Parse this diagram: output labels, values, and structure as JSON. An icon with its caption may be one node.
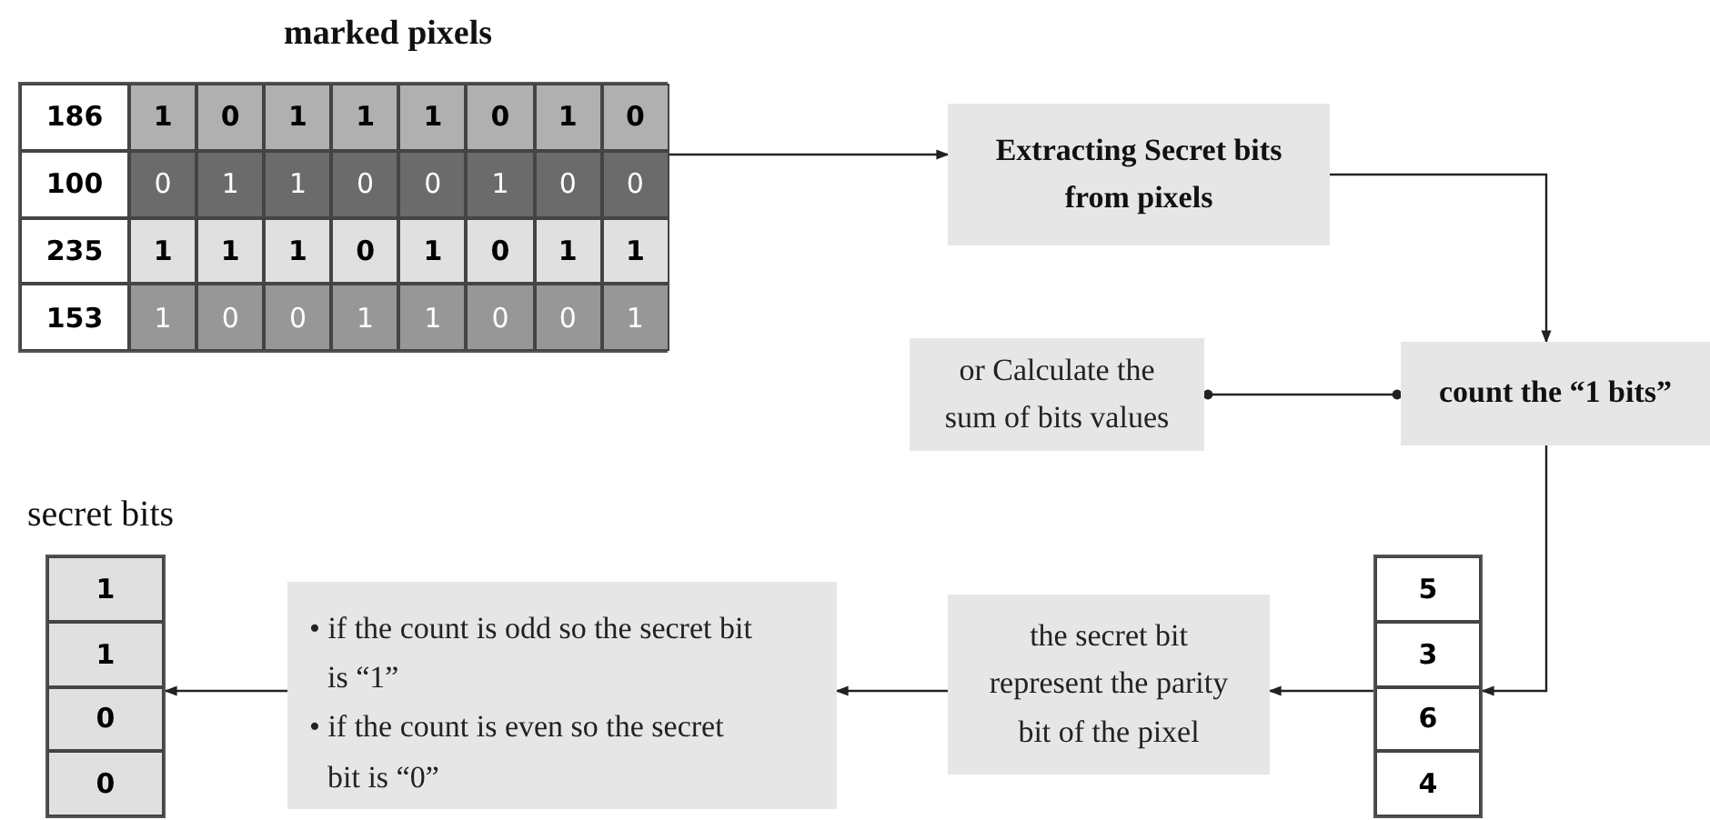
{
  "diagram": {
    "nodes": [
      {
        "text": [
          "marked pixels",
          "186",
          "1",
          "0",
          "1",
          "1",
          "1",
          "0",
          "1",
          "0",
          "100",
          "0",
          "1",
          "1",
          "0",
          "0",
          "1",
          "0",
          "0",
          "235",
          "1",
          "1",
          "1",
          "0",
          "1",
          "0",
          "1",
          "1",
          "153",
          "1",
          "0",
          "0",
          "1",
          "1",
          "0",
          "0",
          "1"
        ]
      },
      {
        "text": [
          "Extracting Secret bits from pixels"
        ]
      },
      {
        "text": [
          "or Calculate the sum of bits values"
        ]
      },
      {
        "text": [
          "count the “1 bits”"
        ]
      },
      {
        "text": [
          "5",
          "3",
          "6",
          "4"
        ]
      },
      {
        "text": [
          "the secret bit represent the parity bit of the pixel"
        ]
      },
      {
        "text": [
          "• if the count is odd so the secret bit is “1”",
          "• if the count is even so the secret bit is “0”"
        ]
      },
      {
        "text": [
          "secret bits",
          "1",
          "1",
          "0",
          "0"
        ]
      }
    ],
    "edges": [
      {
        "from": 0,
        "to": 1,
        "arrow": "to"
      },
      {
        "from": 1,
        "to": 3,
        "arrow": "to"
      },
      {
        "from": 2,
        "to": 3,
        "arrow": "other"
      },
      {
        "from": 3,
        "to": 4,
        "arrow": "to"
      },
      {
        "from": 4,
        "to": 5,
        "arrow": "to"
      },
      {
        "from": 5,
        "to": 6,
        "arrow": "to"
      },
      {
        "from": 6,
        "to": 7,
        "arrow": "to"
      }
    ]
  }
}
